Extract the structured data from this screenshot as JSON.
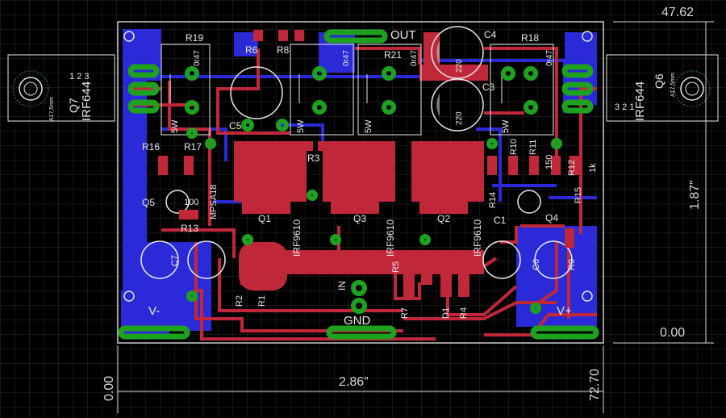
{
  "colors": {
    "background": "#000000",
    "grid": "#2b2b2b",
    "bottom_copper": "#2a2ad8",
    "top_copper": "#c0283a",
    "pads": "#1ea11e",
    "silkscreen": "#e8e8e8",
    "outline": "#cccccc"
  },
  "dimensions": {
    "top_right": "47.62",
    "right_zero": "0.00",
    "bottom_left_zero": "0.00",
    "bottom_right": "72.70",
    "width": "2.86\"",
    "height": "1.87\""
  },
  "labels": {
    "out": "OUT",
    "gnd": "GND",
    "in": "IN",
    "vminus": "V-",
    "vplus": "V+",
    "r19": "R19",
    "r6": "R6",
    "r8": "R8",
    "r21": "R21",
    "r18": "R18",
    "c4": "C4",
    "c5": "C5",
    "c3": "C3",
    "r16": "R16",
    "r17": "R17",
    "r3": "R3",
    "r13": "R13",
    "r10": "R10",
    "r11": "R11",
    "r12": "R12",
    "r14": "R14",
    "r15": "R15",
    "q5": "Q5",
    "q1": "Q1",
    "q3": "Q3",
    "q2": "Q2",
    "c1": "C1",
    "q4": "Q4",
    "c7": "C7",
    "c6": "C6",
    "r2": "R2",
    "r1": "R1",
    "r5": "R5",
    "r7": "R7",
    "d1": "D1",
    "r4": "R4",
    "r9": "R9",
    "q6": "Q6",
    "q7": "Q7",
    "irf644": "IRF644",
    "irf9610": "IRF9610",
    "mpsa18": "MPSA18",
    "or47": "0r47",
    "w5": "5W",
    "v220": "220",
    "v100": "100",
    "v1k": "1k",
    "v150": "150",
    "a175": "A17,5mm",
    "pins_left": "1  2  3",
    "pins_right": "3  2  1"
  }
}
